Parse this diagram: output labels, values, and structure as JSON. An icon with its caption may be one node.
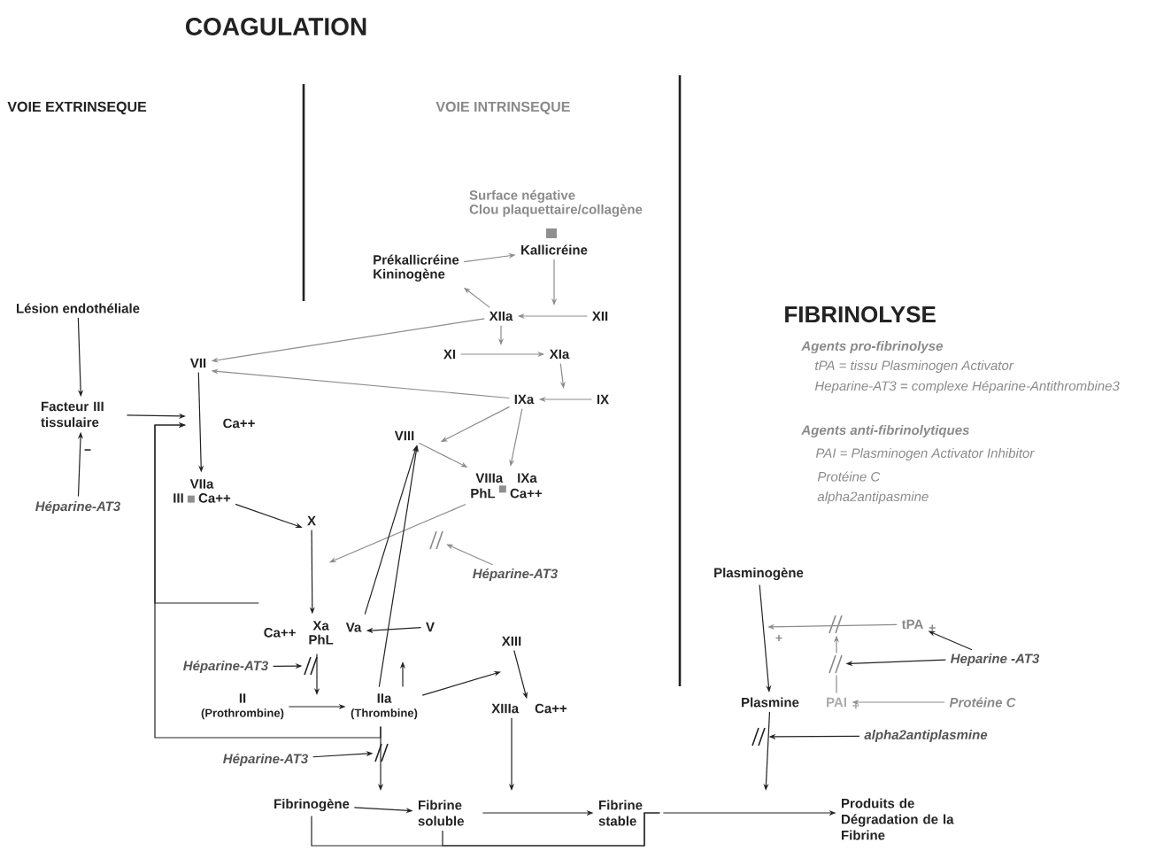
{
  "diagram": {
    "title": "COAGULATION",
    "nodes": [
      {
        "text": [
          "Lésion endothéliale"
        ]
      },
      {
        "text": [
          "Facteur III tissulaire"
        ]
      },
      {
        "text": [
          "Héparine-AT3"
        ]
      },
      {
        "text": [
          "VII"
        ]
      },
      {
        "text": [
          "VIIa",
          "III",
          "Ca++"
        ]
      },
      {
        "text": [
          "Surface négative",
          "Clou plaquettaire/collagène"
        ]
      },
      {
        "text": [
          "Prékallicréine",
          "Kininogène"
        ]
      },
      {
        "text": [
          "Kallicréine"
        ]
      },
      {
        "text": [
          "XIIa"
        ]
      },
      {
        "text": [
          "XII"
        ]
      },
      {
        "text": [
          "XI"
        ]
      },
      {
        "text": [
          "XIa"
        ]
      },
      {
        "text": [
          "IXa"
        ]
      },
      {
        "text": [
          "IX"
        ]
      },
      {
        "text": [
          "VIII"
        ]
      },
      {
        "text": [
          "VIIIa",
          "IXa",
          "PhL",
          "Ca++"
        ]
      },
      {
        "text": [
          "X"
        ]
      },
      {
        "text": [
          "Héparine-AT3"
        ]
      },
      {
        "text": [
          "Ca++",
          "Xa",
          "PhL",
          "Va"
        ]
      },
      {
        "text": [
          "V"
        ]
      },
      {
        "text": [
          "Héparine-AT3"
        ]
      },
      {
        "text": [
          "II",
          "(Prothrombine)"
        ]
      },
      {
        "text": [
          "IIa",
          "(Thrombine)"
        ]
      },
      {
        "text": [
          "XIII"
        ]
      },
      {
        "text": [
          "XIIIa",
          "Ca++"
        ]
      },
      {
        "text": [
          "Héparine-AT3"
        ]
      },
      {
        "text": [
          "Fibrinogène"
        ]
      },
      {
        "text": [
          "Fibrine soluble"
        ]
      },
      {
        "text": [
          "Fibrine stable"
        ]
      },
      {
        "text": [
          "Plasminogène"
        ]
      },
      {
        "text": [
          "tPA"
        ],
        "beside": [
          "+"
        ]
      },
      {
        "text": [
          "Heparine -AT3"
        ]
      },
      {
        "text": [
          "Plasmine"
        ]
      },
      {
        "text": [
          "PAI"
        ],
        "beside": [
          "+"
        ]
      },
      {
        "text": [
          "Protéine C"
        ]
      },
      {
        "text": [
          "alpha2antiplasmine"
        ]
      },
      {
        "text": [
          "Produits de Dégradation de la Fibrine"
        ]
      },
      {
        "text": [],
        "shape": "slash"
      },
      {
        "text": [],
        "shape": "slash"
      },
      {
        "text": [],
        "shape": "slash"
      },
      {
        "text": [],
        "shape": "slash"
      },
      {
        "text": [],
        "shape": "slash"
      },
      {
        "text": [],
        "shape": "slash"
      }
    ],
    "edges": [
      {
        "from": 0,
        "to": 1,
        "arrow": "to"
      },
      {
        "from": 2,
        "to": 1,
        "arrow": "to",
        "label": "−"
      },
      {
        "from": 1,
        "to": null,
        "arrow": "to"
      },
      {
        "from": 3,
        "to": 4,
        "arrow": "to"
      },
      {
        "from": 8,
        "to": 3,
        "arrow": "to",
        "color": "#8c8c8c"
      },
      {
        "from": 12,
        "to": 3,
        "arrow": "to",
        "color": "#8c8c8c"
      },
      {
        "from": 18,
        "to": null,
        "arrow": "to"
      },
      {
        "from": 22,
        "to": null,
        "arrow": "to"
      },
      {
        "from": 4,
        "to": 16,
        "arrow": "to"
      },
      {
        "from": 15,
        "to": null,
        "arrow": "to",
        "color": "#8c8c8c"
      },
      {
        "from": 17,
        "to": 37,
        "arrow": "to",
        "color": "#8c8c8c"
      },
      {
        "from": 16,
        "to": 18,
        "arrow": "to"
      },
      {
        "from": 18,
        "to": 14,
        "arrow": "to"
      },
      {
        "from": 22,
        "to": 14,
        "arrow": "to"
      },
      {
        "from": 19,
        "to": 18,
        "arrow": "to"
      },
      {
        "from": 22,
        "to": null,
        "arrow": "to"
      },
      {
        "from": 20,
        "to": 38,
        "arrow": "to"
      },
      {
        "from": 18,
        "to": null,
        "arrow": "to"
      },
      {
        "from": 21,
        "to": 22,
        "arrow": "to"
      },
      {
        "from": 22,
        "to": null,
        "arrow": "to"
      },
      {
        "from": 23,
        "to": 24,
        "arrow": "to"
      },
      {
        "from": 22,
        "to": null,
        "arrow": "to"
      },
      {
        "from": 25,
        "to": 39,
        "arrow": "to"
      },
      {
        "from": 24,
        "to": null,
        "arrow": "to"
      },
      {
        "from": 26,
        "to": 27,
        "arrow": "to"
      },
      {
        "from": 27,
        "to": 28,
        "arrow": "to"
      },
      {
        "from": 28,
        "to": 36,
        "arrow": "to"
      },
      {
        "from": 26,
        "to": 28,
        "arrow": "none"
      },
      {
        "from": 27,
        "to": 28,
        "arrow": "none"
      },
      {
        "from": 6,
        "to": 7,
        "arrow": "to",
        "color": "#8c8c8c"
      },
      {
        "from": 8,
        "to": 6,
        "arrow": "to",
        "color": "#8c8c8c"
      },
      {
        "from": 7,
        "to": null,
        "arrow": "to",
        "color": "#8c8c8c"
      },
      {
        "from": 9,
        "to": 8,
        "arrow": "to",
        "color": "#8c8c8c"
      },
      {
        "from": 8,
        "to": null,
        "arrow": "to",
        "color": "#8c8c8c"
      },
      {
        "from": 10,
        "to": 11,
        "arrow": "to",
        "color": "#8c8c8c"
      },
      {
        "from": 11,
        "to": null,
        "arrow": "to",
        "color": "#8c8c8c"
      },
      {
        "from": 13,
        "to": 12,
        "arrow": "to",
        "color": "#8c8c8c"
      },
      {
        "from": 12,
        "to": null,
        "arrow": "to",
        "color": "#8c8c8c"
      },
      {
        "from": 14,
        "to": 15,
        "arrow": "to",
        "color": "#8c8c8c"
      },
      {
        "from": 12,
        "to": 15,
        "arrow": "to",
        "color": "#8c8c8c"
      },
      {
        "from": 29,
        "to": 32,
        "arrow": "to"
      },
      {
        "from": 30,
        "to": null,
        "arrow": "to",
        "label": "+",
        "color": "#8c8c8c"
      },
      {
        "from": 33,
        "to": 41,
        "arrow": "none",
        "color": "#8c8c8c"
      },
      {
        "from": 31,
        "to": 30,
        "arrow": "to"
      },
      {
        "from": 31,
        "to": 41,
        "arrow": "to"
      },
      {
        "from": 34,
        "to": 33,
        "arrow": "to",
        "color": "#8c8c8c"
      },
      {
        "from": 35,
        "to": 42,
        "arrow": "to"
      },
      {
        "from": 32,
        "to": null,
        "arrow": "to"
      },
      {
        "from": 41,
        "to": 40,
        "arrow": "to",
        "color": "#8c8c8c"
      }
    ],
    "labels": [
      "VOIE EXTRINSEQUE",
      "VOIE INTRINSEQUE",
      "Ca++",
      "FIBRINOLYSE",
      "Agents pro-fibrinolyse",
      "tPA = tissu Plasminogen Activator",
      "Heparine-AT3 = complexe Héparine-Antithrombine3",
      "Agents anti-fibrinolytiques",
      "PAI = Plasminogen Activator Inhibitor",
      "Protéine C",
      "alpha2antipasmine"
    ]
  }
}
